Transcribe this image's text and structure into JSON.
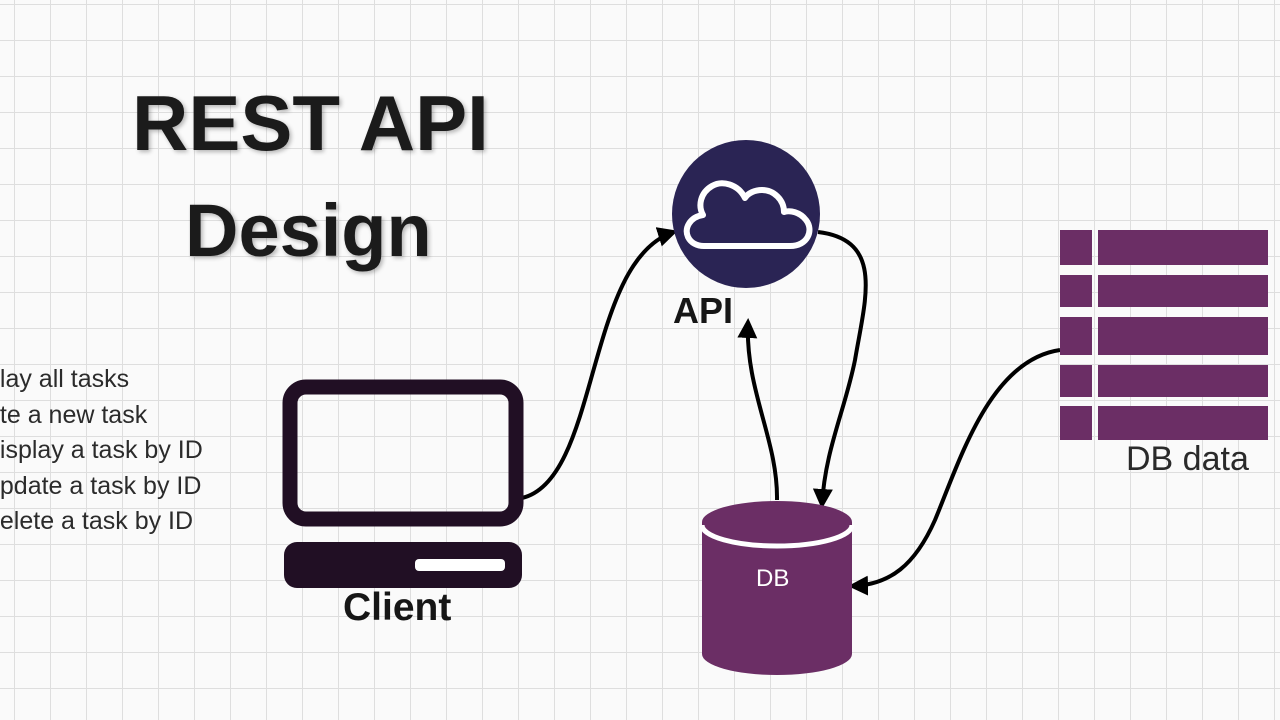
{
  "title": {
    "line1": "REST API",
    "line2": "Design"
  },
  "tasks": [
    "play all tasks",
    "ate a new task",
    "display a task by ID",
    "update a task by ID",
    "delete a task by ID"
  ],
  "nodes": {
    "client": {
      "label": "Client",
      "icon": "laptop-icon"
    },
    "api": {
      "label": "API",
      "icon": "cloud-icon"
    },
    "db": {
      "label": "DB",
      "icon": "database-cylinder-icon"
    },
    "db_data": {
      "label": "DB data",
      "icon": "table-grid-icon"
    }
  },
  "colors": {
    "api_circle": "#2a2454",
    "db_purple": "#6b2e65",
    "client_dark": "#210f24",
    "grid_line": "#dedede",
    "title_text": "#1b1b1b"
  }
}
